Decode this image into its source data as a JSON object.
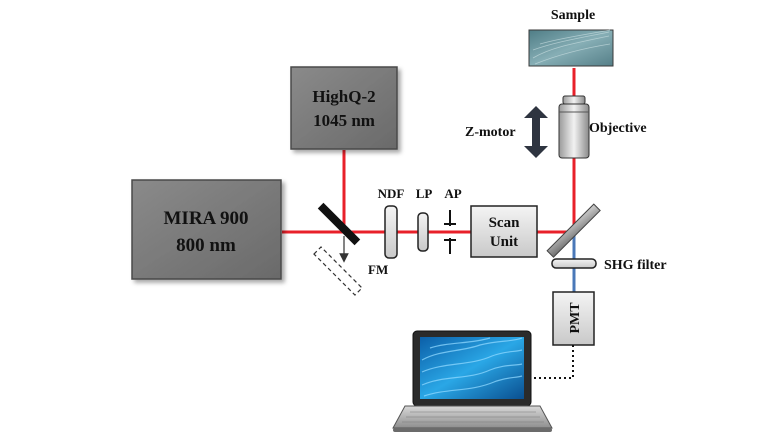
{
  "labels": {
    "sample": "Sample",
    "objective": "Objective",
    "z_motor": "Z-motor",
    "highq_line1": "HighQ-2",
    "highq_line2": "1045 nm",
    "mira_line1": "MIRA 900",
    "mira_line2": "800 nm",
    "ndf": "NDF",
    "lp": "LP",
    "ap": "AP",
    "scan_line1": "Scan",
    "scan_line2": "Unit",
    "fm": "FM",
    "shg_filter": "SHG filter",
    "pmt": "PMT"
  },
  "colors": {
    "laser_beam": "#e8202a",
    "signal_beam": "#4a78b8",
    "laser_box": "#7b7b7b",
    "box_border": "#4a4a4a",
    "sample_tissue": "#5f8f98",
    "screen_tissue": "#1e8fd6"
  }
}
